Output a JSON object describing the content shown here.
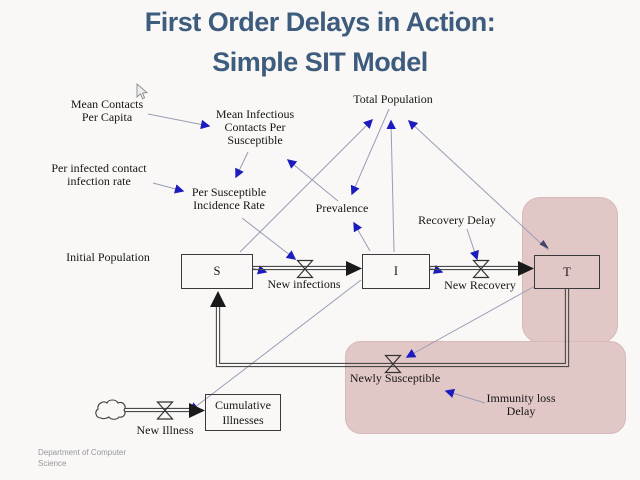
{
  "title": {
    "line1": "First Order Delays in Action:",
    "line2": "Simple SIT Model"
  },
  "labels": {
    "mean_contacts": {
      "line1": "Mean Contacts",
      "line2": "Per Capita"
    },
    "mean_infectious": {
      "line1": "Mean Infectious",
      "line2": "Contacts Per",
      "line3": "Susceptible"
    },
    "total_population": {
      "line1": "Total Population"
    },
    "per_infected": {
      "line1": "Per infected contact",
      "line2": "infection rate"
    },
    "per_susceptible": {
      "line1": "Per Susceptible",
      "line2": "Incidence Rate"
    },
    "prevalence": {
      "line1": "Prevalence"
    },
    "recovery_delay": {
      "line1": "Recovery Delay"
    },
    "initial_population": {
      "line1": "Initial Population"
    },
    "new_infections": {
      "line1": "New infections"
    },
    "new_recovery": {
      "line1": "New Recovery"
    },
    "newly_susceptible": {
      "line1": "Newly Susceptible"
    },
    "immunity_loss": {
      "line1": "Immunity loss",
      "line2": "Delay"
    },
    "new_illness": {
      "line1": "New Illness"
    },
    "cumulative_illnesses": {
      "line1": "Cumulative",
      "line2": "Illnesses"
    }
  },
  "stocks": {
    "s": "S",
    "i": "I",
    "t": "T"
  },
  "footer": {
    "line1": "Department of Computer",
    "line2": "Science"
  },
  "colors": {
    "title": "#3e5c7d",
    "bg": "#f9f8f6",
    "pink": "#e2c7c7",
    "pink_border": "#d6b9b9",
    "line": "#9b9bb5",
    "arrow_blue": "#1b1bbe",
    "flow": "#4a4a4a",
    "flow_head": "#1a1a1a",
    "ink": "#161616",
    "footer": "#97979c"
  }
}
